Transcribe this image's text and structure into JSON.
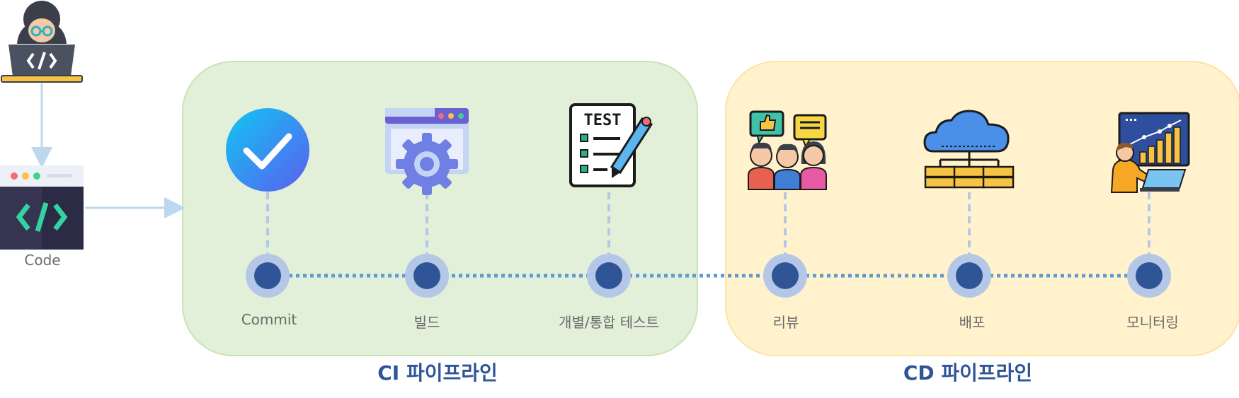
{
  "developer": {
    "icon": "developer-laptop-icon"
  },
  "source": {
    "label": "Code",
    "icon": "code-window-icon"
  },
  "ci_pipeline": {
    "title": "CI 파이프라인",
    "stages": [
      {
        "label": "Commit",
        "icon": "check-circle-icon"
      },
      {
        "label": "빌드",
        "icon": "build-gear-icon"
      },
      {
        "label": "개별/통합 테스트",
        "icon": "test-checklist-icon"
      }
    ]
  },
  "cd_pipeline": {
    "title": "CD 파이프라인",
    "stages": [
      {
        "label": "리뷰",
        "icon": "review-team-icon"
      },
      {
        "label": "배포",
        "icon": "cloud-deploy-icon"
      },
      {
        "label": "모니터링",
        "icon": "monitoring-dashboard-icon"
      }
    ]
  },
  "colors": {
    "ci_panel": "#e2efd9",
    "cd_panel": "#fff2cc",
    "node": "#2f5597",
    "node_ring": "#b4c7e7",
    "title": "#2f5597",
    "connector": "#5b9bd5"
  }
}
